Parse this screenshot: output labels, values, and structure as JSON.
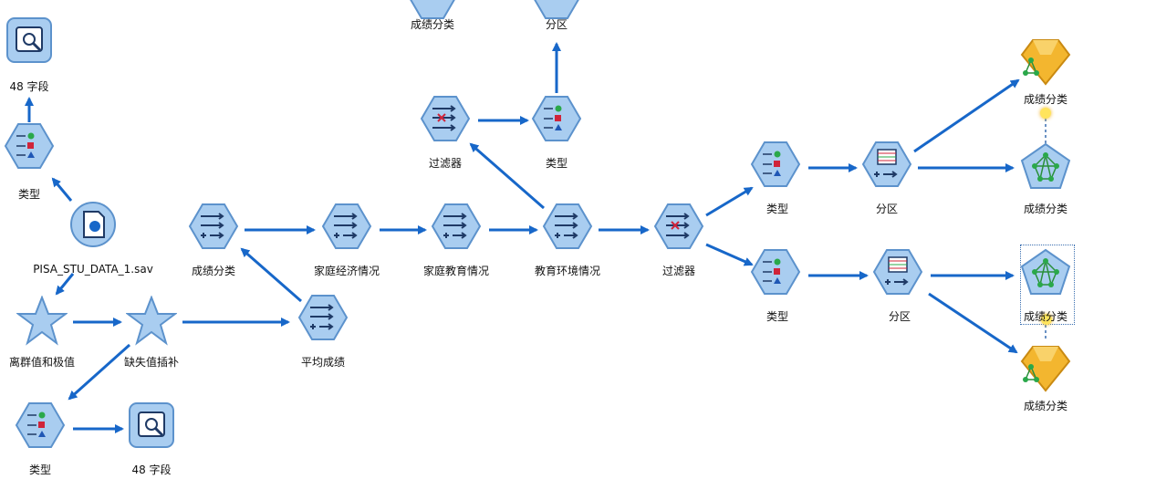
{
  "colors": {
    "arrow": "#1767c9",
    "node_fill": "#a9cdf0",
    "node_stroke": "#5c92cc",
    "gold": "#f3b62f"
  },
  "nodes": {
    "table_top": {
      "label": "48 字段",
      "icon": "table-icon"
    },
    "type_1": {
      "label": "类型",
      "icon": "type-icon"
    },
    "source": {
      "label": "PISA_STU_DATA_1.sav",
      "icon": "spss-file-icon"
    },
    "outlier": {
      "label": "离群值和极值",
      "icon": "star-icon"
    },
    "impute": {
      "label": "缺失值插补",
      "icon": "star-icon"
    },
    "type_2": {
      "label": "类型",
      "icon": "type-icon"
    },
    "table_bottom": {
      "label": "48 字段",
      "icon": "table-icon"
    },
    "derive_score_cat": {
      "label": "成绩分类",
      "icon": "derive-icon"
    },
    "derive_avg": {
      "label": "平均成绩",
      "icon": "derive-icon"
    },
    "derive_econ": {
      "label": "家庭经济情况",
      "icon": "derive-icon"
    },
    "derive_edu": {
      "label": "家庭教育情况",
      "icon": "derive-icon"
    },
    "derive_env": {
      "label": "教育环境情况",
      "icon": "derive-icon"
    },
    "filter_top": {
      "label": "过滤器",
      "icon": "filter-icon"
    },
    "type_top": {
      "label": "类型",
      "icon": "type-icon"
    },
    "partition_top": {
      "label": "分区",
      "icon": "partition-icon"
    },
    "top_score_cut": {
      "label": "成绩分类",
      "icon": "model-icon"
    },
    "filter_main": {
      "label": "过滤器",
      "icon": "filter-icon"
    },
    "type_upper": {
      "label": "类型",
      "icon": "type-icon"
    },
    "partition_upper": {
      "label": "分区",
      "icon": "partition-icon"
    },
    "nn_upper": {
      "label": "成绩分类",
      "icon": "neural-net-icon"
    },
    "gem_upper": {
      "label": "成绩分类",
      "icon": "model-nugget-icon"
    },
    "type_lower": {
      "label": "类型",
      "icon": "type-icon"
    },
    "partition_lower": {
      "label": "分区",
      "icon": "partition-icon"
    },
    "nn_lower": {
      "label": "成绩分类",
      "icon": "neural-net-icon"
    },
    "gem_lower": {
      "label": "成绩分类",
      "icon": "model-nugget-icon"
    }
  }
}
